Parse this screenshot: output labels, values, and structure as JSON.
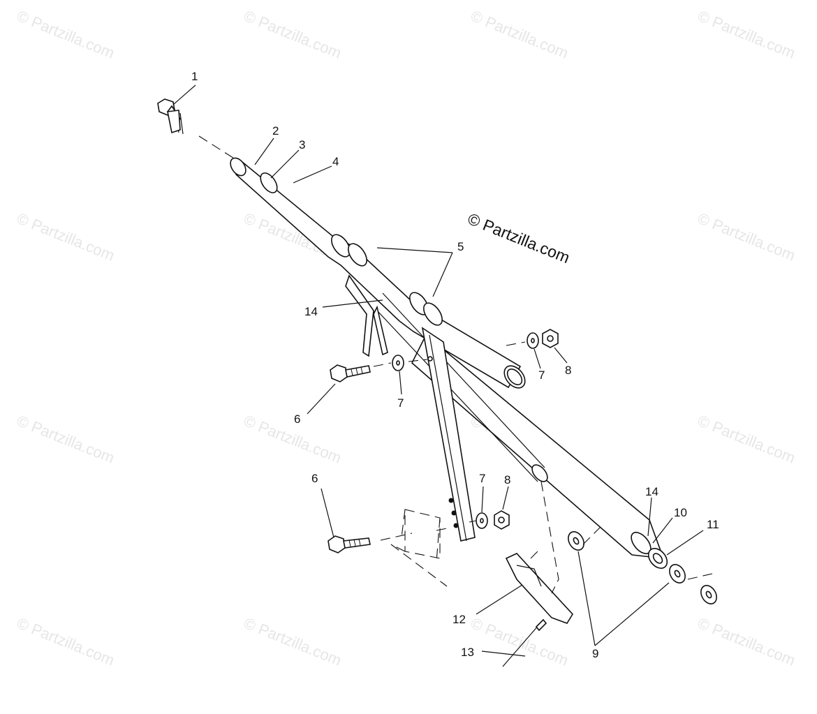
{
  "watermark": "© Partzilla.com",
  "copyright_text": "© Partzilla.com",
  "callouts": {
    "c1": "1",
    "c2": "2",
    "c3": "3",
    "c4": "4",
    "c5": "5",
    "c6a": "6",
    "c6b": "6",
    "c7a": "7",
    "c7b": "7",
    "c7c": "7",
    "c8a": "8",
    "c8b": "8",
    "c9": "9",
    "c10": "10",
    "c11": "11",
    "c12": "12",
    "c13": "13",
    "c14a": "14",
    "c14b": "14"
  },
  "colors": {
    "line": "#111111",
    "background": "#ffffff",
    "watermark": "#e6e6e6"
  }
}
